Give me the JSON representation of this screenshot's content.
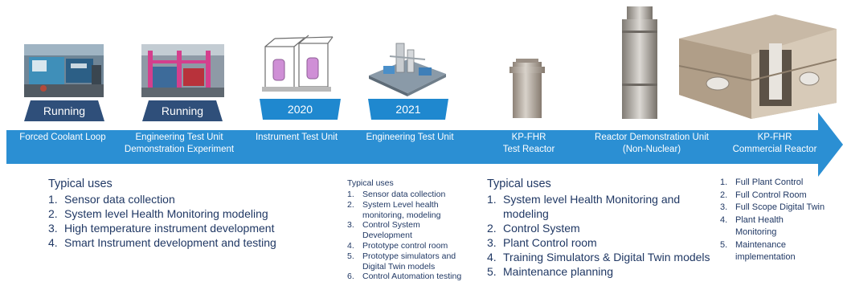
{
  "colors": {
    "arrow": "#2b8fd3",
    "pill_running": "#2f4f7a",
    "pill_year": "#1f88cf",
    "text_navy": "#203864"
  },
  "badges": {
    "b1": "Running",
    "b2": "Running",
    "b3": "2020",
    "b4": "2021"
  },
  "stages": [
    {
      "line1": "Forced Coolant Loop",
      "line2": ""
    },
    {
      "line1": "Engineering Test Unit",
      "line2": "Demonstration Experiment"
    },
    {
      "line1": "Instrument Test Unit",
      "line2": ""
    },
    {
      "line1": "Engineering Test Unit",
      "line2": ""
    },
    {
      "line1": "KP-FHR",
      "line2": "Test Reactor"
    },
    {
      "line1": "Reactor Demonstration Unit",
      "line2": "(Non-Nuclear)"
    },
    {
      "line1": "KP-FHR",
      "line2": "Commercial Reactor"
    }
  ],
  "uses_a": {
    "heading": "Typical uses",
    "items": [
      {
        "n": "1.",
        "t": "Sensor data collection"
      },
      {
        "n": "2.",
        "t": "System level Health Monitoring modeling"
      },
      {
        "n": "3.",
        "t": "High temperature instrument development"
      },
      {
        "n": "4.",
        "t": "Smart Instrument development and testing"
      }
    ]
  },
  "uses_b": {
    "heading": "Typical uses",
    "items": [
      {
        "n": "1.",
        "t": "Sensor data collection"
      },
      {
        "n": "2.",
        "t": "System Level health monitoring, modeling"
      },
      {
        "n": "3.",
        "t": "Control System Development"
      },
      {
        "n": "4.",
        "t": "Prototype control room"
      },
      {
        "n": "5.",
        "t": "Prototype simulators and Digital Twin models"
      },
      {
        "n": "6.",
        "t": "Control Automation testing"
      }
    ]
  },
  "uses_c": {
    "heading": "Typical uses",
    "items": [
      {
        "n": "1.",
        "t": "System level Health Monitoring and modeling"
      },
      {
        "n": "2.",
        "t": "Control System"
      },
      {
        "n": "3.",
        "t": "Plant Control room"
      },
      {
        "n": "4.",
        "t": "Training Simulators & Digital Twin models"
      },
      {
        "n": "5.",
        "t": "Maintenance planning"
      }
    ]
  },
  "uses_d": {
    "items": [
      {
        "n": "1.",
        "t": "Full Plant Control"
      },
      {
        "n": "2.",
        "t": "Full Control Room"
      },
      {
        "n": "3.",
        "t": "Full Scope Digital Twin"
      },
      {
        "n": "4.",
        "t": "Plant Health Monitoring"
      },
      {
        "n": "5.",
        "t": "Maintenance implementation"
      }
    ]
  }
}
